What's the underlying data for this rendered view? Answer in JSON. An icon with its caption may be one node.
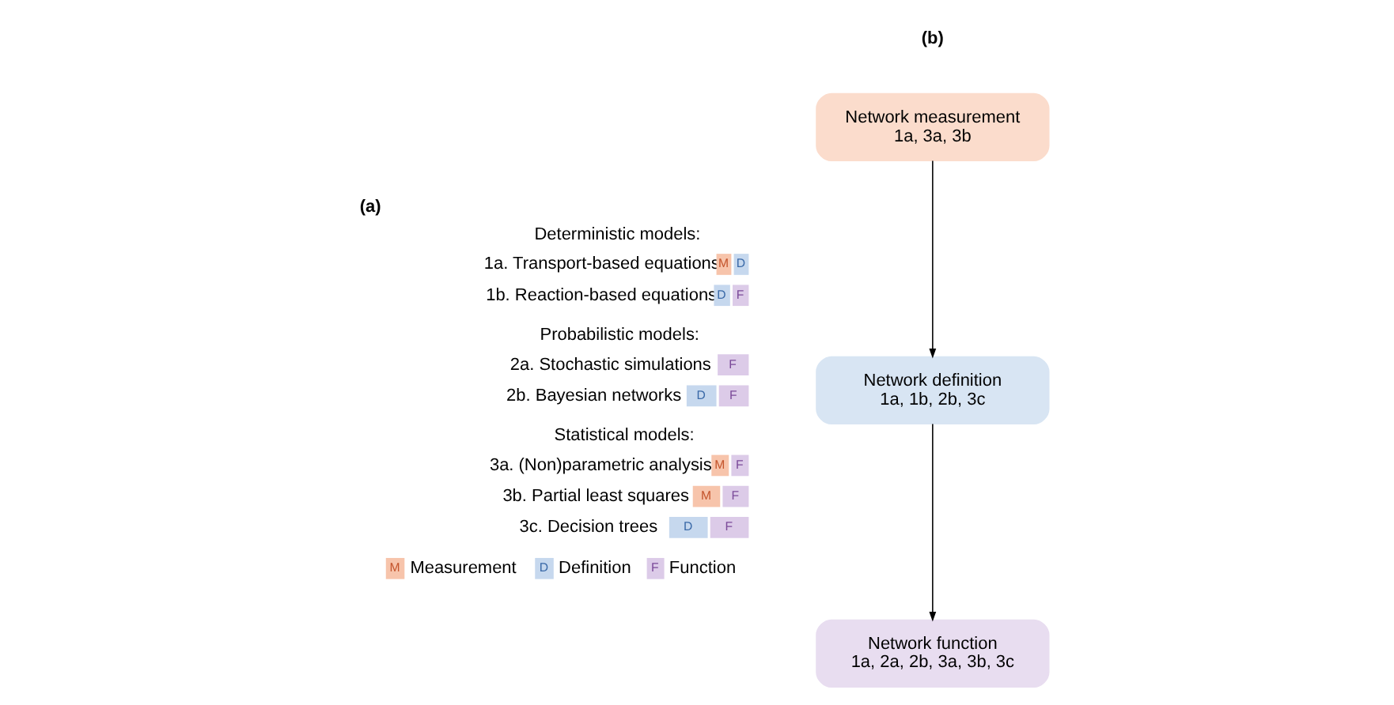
{
  "diagram": {
    "nodes": [
      {
        "text": [
          "Network measurement",
          "1a, 3a, 3b"
        ]
      },
      {
        "text": [
          "Network definition",
          "1a, 1b, 2b, 3c"
        ]
      },
      {
        "text": [
          "Network function",
          "1a, 2a, 2b, 3a, 3b, 3c"
        ]
      }
    ],
    "edges": [
      {
        "from": 0,
        "to": 1,
        "arrow": "to"
      },
      {
        "from": 1,
        "to": 2,
        "arrow": "to"
      }
    ],
    "labels": [
      "(a)",
      "(b)",
      "Deterministic models:",
      "1a. Transport-based equations",
      "M",
      "D",
      "1b. Reaction-based equations",
      "D",
      "F",
      "Probabilistic models:",
      "2a. Stochastic simulations",
      "F",
      "2b. Bayesian networks",
      "D",
      "F",
      "Statistical models:",
      "3a. (Non)parametric analysis",
      "M",
      "F",
      "3b. Partial least squares",
      "M",
      "F",
      "3c. Decision trees",
      "D",
      "F",
      "M",
      "D",
      "F"
    ],
    "legend": [
      {
        "text": "Measurement",
        "color": "#f7c4ab"
      },
      {
        "text": "Definition",
        "color": "#c6d8ee"
      },
      {
        "text": "Function",
        "color": "#dccbe8"
      }
    ]
  }
}
